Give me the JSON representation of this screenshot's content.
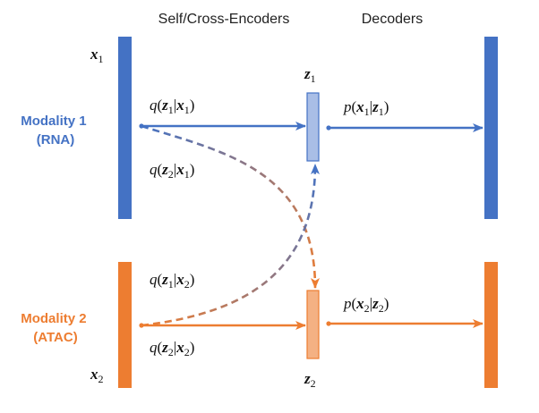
{
  "headers": {
    "encoders": "Self/Cross-Encoders",
    "decoders": "Decoders"
  },
  "modality1": {
    "line1": "Modality 1",
    "line2": "(RNA)",
    "color": "#4472C4",
    "latent_fill": "#A9BEE6"
  },
  "modality2": {
    "line1": "Modality 2",
    "line2": "(ATAC)",
    "color": "#ED7D31",
    "latent_fill": "#F4B183"
  },
  "variables": {
    "x1": {
      "name": "x",
      "sub": "1"
    },
    "x2": {
      "name": "x",
      "sub": "2"
    },
    "z1": {
      "name": "z",
      "sub": "1"
    },
    "z2": {
      "name": "z",
      "sub": "2"
    }
  },
  "edges": {
    "q_z1_x1": {
      "f": "q",
      "out": "z",
      "out_sub": "1",
      "in": "x",
      "in_sub": "1"
    },
    "q_z2_x1": {
      "f": "q",
      "out": "z",
      "out_sub": "2",
      "in": "x",
      "in_sub": "1"
    },
    "q_z1_x2": {
      "f": "q",
      "out": "z",
      "out_sub": "1",
      "in": "x",
      "in_sub": "2"
    },
    "q_z2_x2": {
      "f": "q",
      "out": "z",
      "out_sub": "2",
      "in": "x",
      "in_sub": "2"
    },
    "p_x1_z1": {
      "f": "p",
      "out": "x",
      "out_sub": "1",
      "in": "z",
      "in_sub": "1"
    },
    "p_x2_z2": {
      "f": "p",
      "out": "x",
      "out_sub": "2",
      "in": "z",
      "in_sub": "2"
    }
  }
}
